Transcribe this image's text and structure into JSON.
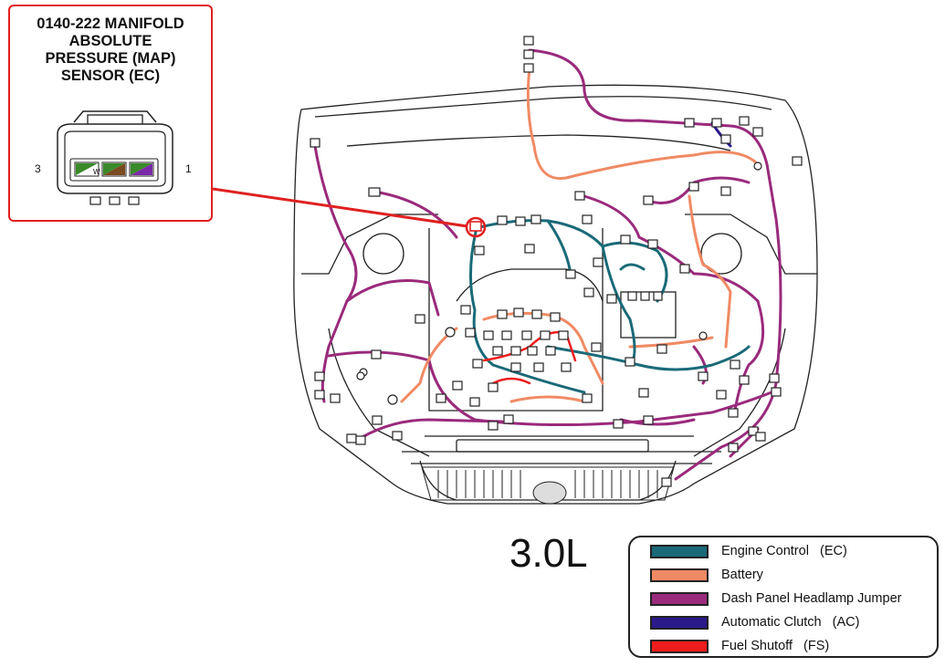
{
  "callout": {
    "title_lines": [
      "0140-222 MANIFOLD",
      "ABSOLUTE",
      "PRESSURE (MAP)",
      "SENSOR (EC)"
    ],
    "pin_left": "3",
    "pin_right": "1",
    "wire_mark": "W"
  },
  "engine_label": "3.0L",
  "legend": [
    {
      "label": "Engine Control   (EC)",
      "color": "#1a6a78"
    },
    {
      "label": "Battery",
      "color": "#f08a64"
    },
    {
      "label": "Dash Panel Headlamp Jumper",
      "color": "#9a2a7c"
    },
    {
      "label": "Automatic Clutch   (AC)",
      "color": "#2a1a8c"
    },
    {
      "label": "Fuel Shutoff   (FS)",
      "color": "#ee1c1c"
    }
  ],
  "colors": {
    "callout_border": "#e02020",
    "pin_green": "#3a8a2a",
    "pin_brown": "#7a4a20",
    "pin_violet": "#7a2aa8"
  }
}
